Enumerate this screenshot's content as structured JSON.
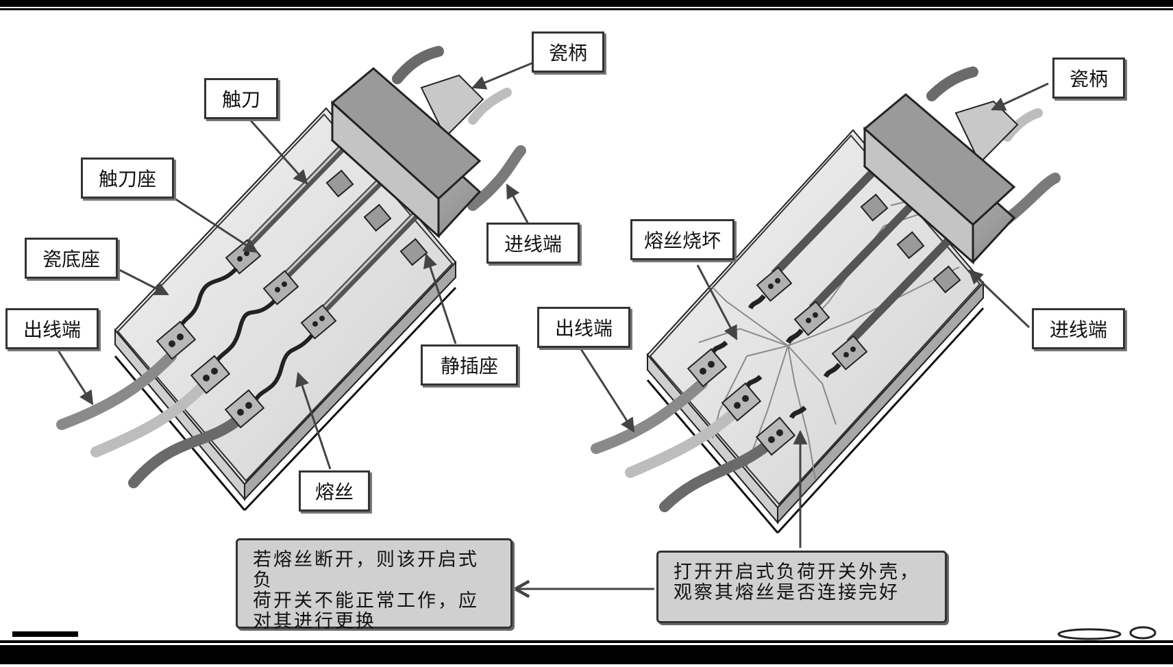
{
  "left_labels": {
    "porcelain_handle": "瓷柄",
    "blade": "触刀",
    "blade_seat": "触刀座",
    "porcelain_base": "瓷底座",
    "outlet": "出线端",
    "inlet": "进线端",
    "static_socket": "静插座",
    "fuse": "熔丝"
  },
  "right_labels": {
    "porcelain_handle": "瓷柄",
    "fuse_burnt": "熔丝烧坏",
    "outlet": "出线端",
    "inlet": "进线端"
  },
  "notes": {
    "replace": "若熔丝断开，则该开启式负\n荷开关不能正常工作，应\n对其进行更换",
    "inspect": "打开开启式负荷开关外壳，\n观察其熔丝是否连接完好"
  }
}
